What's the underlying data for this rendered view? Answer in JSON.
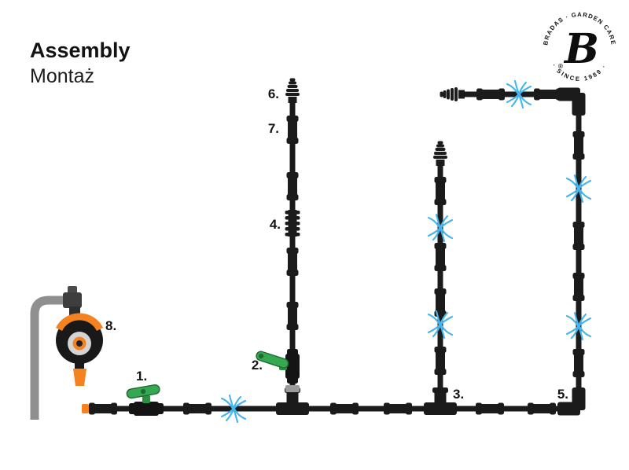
{
  "header": {
    "title": "Assembly",
    "subtitle": "Montaż"
  },
  "logo": {
    "ring_top": "BRADAS · GARDEN CARE",
    "ring_bottom": "· SINCE 1989 ·",
    "letter": "B",
    "registered": "®"
  },
  "diagram": {
    "parts": [
      {
        "label": "1."
      },
      {
        "label": "2."
      },
      {
        "label": "3."
      },
      {
        "label": "4."
      },
      {
        "label": "5."
      },
      {
        "label": "6."
      },
      {
        "label": "7."
      },
      {
        "label": "8."
      }
    ]
  },
  "colors": {
    "tube_black": "#1b1b1b",
    "valve_green": "#37a852",
    "valve_green_dark": "#206b33",
    "timer_orange": "#f58220",
    "sprinkler_blue": "#47b5ec",
    "pipe_gray": "#8f8f8f"
  }
}
